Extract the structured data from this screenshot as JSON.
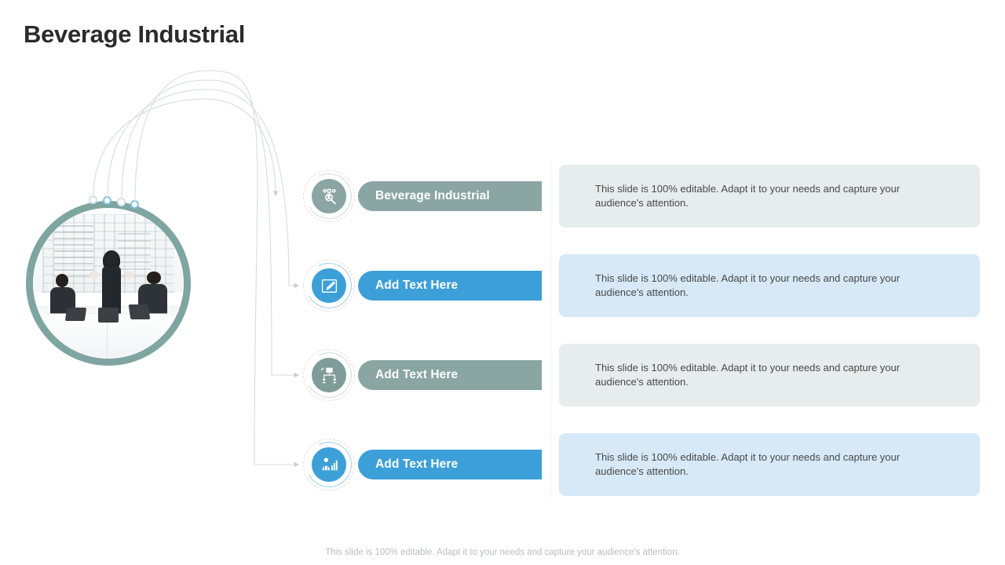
{
  "slide": {
    "title": "Beverage Industrial",
    "footer_note": "This slide is 100% editable. Adapt it to your needs and capture your audience's attention."
  },
  "colors": {
    "sage": "#7fa5a1",
    "sage_pill": "#8aa5a2",
    "blue": "#3c9fd8",
    "panel_gray": "#e7ecec",
    "panel_blue": "#d7e9f6",
    "title_text": "#2b2b2b",
    "body_text": "#46494b",
    "footer_text": "#b9bcbe",
    "connector_line": "#d8dcdd"
  },
  "photo": {
    "alt": "business-team-meeting-photo",
    "ring_color": "#7fa5a1",
    "dots": [
      {
        "name": "connector-dot-1",
        "border": "#cfe3ee"
      },
      {
        "name": "connector-dot-2",
        "border": "#7fc4e4"
      },
      {
        "name": "connector-dot-3",
        "border": "#cfe3ee"
      },
      {
        "name": "connector-dot-4",
        "border": "#7fc4e4"
      }
    ]
  },
  "items": [
    {
      "label": "Beverage Industrial",
      "icon": "user-search-analytics-icon",
      "accent": "#8aa5a2",
      "ring": "#cfdcda",
      "panel_bg": "#e7ecec",
      "body": "This slide is 100% editable. Adapt it to your needs and capture your audience's attention."
    },
    {
      "label": "Add Text Here",
      "icon": "edit-pen-frame-icon",
      "accent": "#3c9fd8",
      "ring": "#9fcfea",
      "panel_bg": "#d7e9f6",
      "body": "This slide is 100% editable. Adapt it to your needs and capture your audience's attention."
    },
    {
      "label": "Add Text Here",
      "icon": "org-network-hierarchy-icon",
      "accent": "#8aa5a2",
      "ring": "#cfdcda",
      "panel_bg": "#e7ecec",
      "body": "This slide is 100% editable. Adapt it to your needs and capture your audience's attention."
    },
    {
      "label": "Add Text Here",
      "icon": "presenter-chart-person-icon",
      "accent": "#3c9fd8",
      "ring": "#9fcfea",
      "panel_bg": "#d7e9f6",
      "body": "This slide is 100% editable. Adapt it to your needs and capture your audience's attention."
    }
  ]
}
